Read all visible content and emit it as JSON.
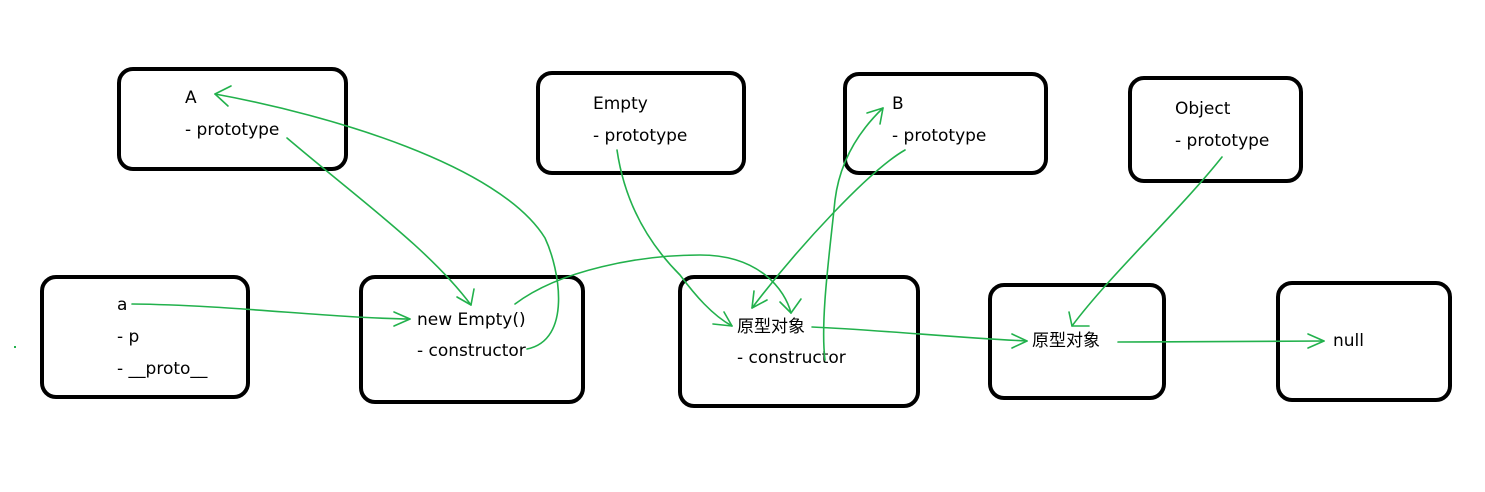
{
  "colors": {
    "box_border": "#000000",
    "arrow": "#22b14c",
    "text": "#000000",
    "background": "#ffffff"
  },
  "boxes": {
    "A": {
      "title": "A",
      "items": [
        "- prototype"
      ]
    },
    "empty": {
      "title": "Empty",
      "items": [
        "- prototype"
      ]
    },
    "B": {
      "title": "B",
      "items": [
        "- prototype"
      ]
    },
    "object": {
      "title": "Object",
      "items": [
        "- prototype"
      ]
    },
    "a_instance": {
      "title": "a",
      "items": [
        "- p",
        "- __proto__"
      ]
    },
    "new_empty": {
      "title": "new Empty()",
      "items": [
        "- constructor"
      ]
    },
    "proto_obj_1": {
      "title": "原型对象",
      "items": [
        "- constructor"
      ]
    },
    "proto_obj_2": {
      "title": "原型对象",
      "items": []
    },
    "null_box": {
      "title": "null",
      "items": []
    }
  }
}
